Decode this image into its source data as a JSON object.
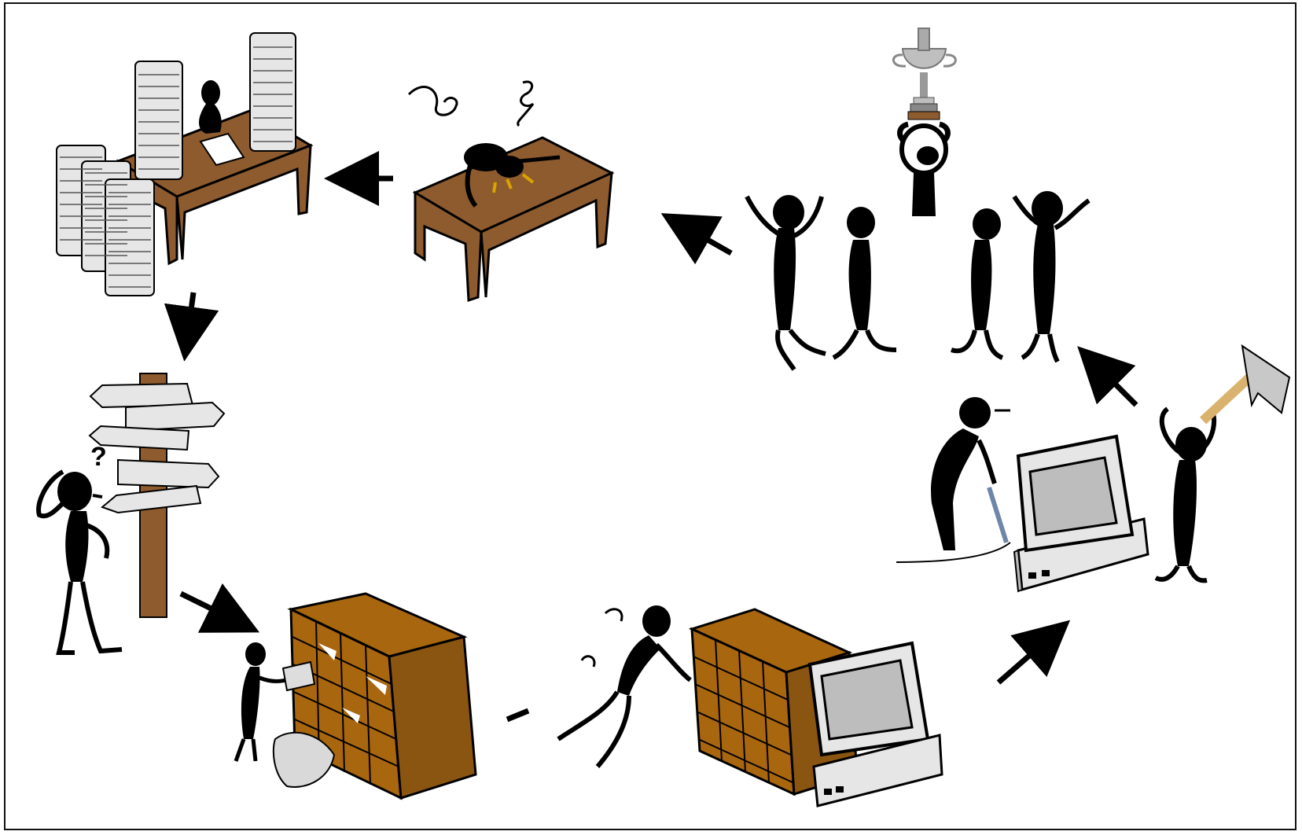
{
  "diagram": {
    "stages": [
      {
        "id": "paper-overload",
        "icon": "paper-stacks-desk-icon"
      },
      {
        "id": "frustration",
        "icon": "head-on-desk-icon"
      },
      {
        "id": "celebration",
        "icon": "team-celebration-trophy-icon"
      },
      {
        "id": "repair",
        "icon": "computer-repair-icon"
      },
      {
        "id": "digitize",
        "icon": "pushing-cabinet-into-computer-icon"
      },
      {
        "id": "filing",
        "icon": "filing-cabinet-icon"
      },
      {
        "id": "confusion",
        "icon": "signpost-confusion-icon"
      }
    ],
    "flow": "cyclic",
    "colors": {
      "desk": "#8e5b2e",
      "cabinet": "#a8660e",
      "paper": "#d9d9d9",
      "ink": "#000000",
      "trophy": "#a6a6a6",
      "screen": "#bdbdbd"
    }
  }
}
